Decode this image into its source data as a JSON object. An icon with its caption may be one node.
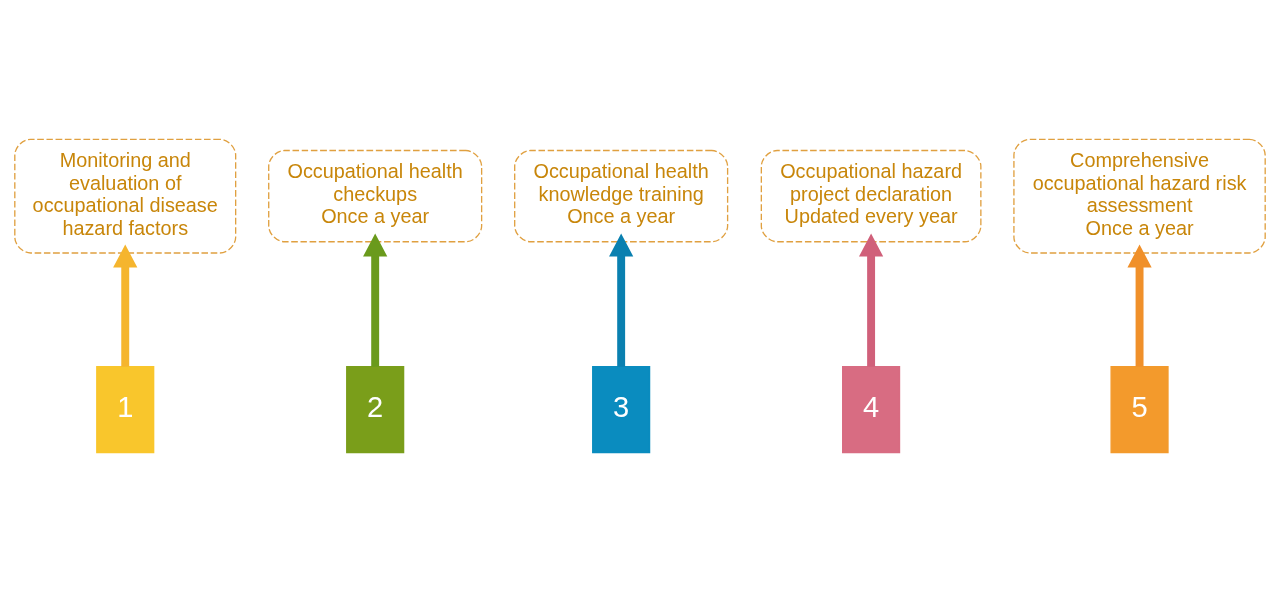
{
  "diagram": {
    "nodes": [
      {
        "text": [
          "1"
        ]
      },
      {
        "text": [
          "2"
        ]
      },
      {
        "text": [
          "3"
        ]
      },
      {
        "text": [
          "4"
        ]
      },
      {
        "text": [
          "5"
        ]
      },
      {
        "text": [
          "Monitoring and evaluation of occupational disease hazard factors"
        ]
      },
      {
        "text": [
          "Occupational health checkups",
          "Once a year"
        ]
      },
      {
        "text": [
          "Occupational health knowledge training",
          "Once a year"
        ]
      },
      {
        "text": [
          "Occupational hazard project declaration",
          "Updated every year"
        ]
      },
      {
        "text": [
          "Comprehensive occupational hazard risk assessment",
          "Once a year"
        ]
      }
    ],
    "edges": [
      {
        "from": 0,
        "to": 5,
        "arrow": "to",
        "color": "#f5b52e"
      },
      {
        "from": 1,
        "to": 6,
        "arrow": "to",
        "color": "#6a9a1c"
      },
      {
        "from": 2,
        "to": 7,
        "arrow": "to",
        "color": "#0a80b0"
      },
      {
        "from": 3,
        "to": 8,
        "arrow": "to",
        "color": "#d0607a"
      },
      {
        "from": 4,
        "to": 9,
        "arrow": "to",
        "color": "#f0902a"
      }
    ]
  }
}
